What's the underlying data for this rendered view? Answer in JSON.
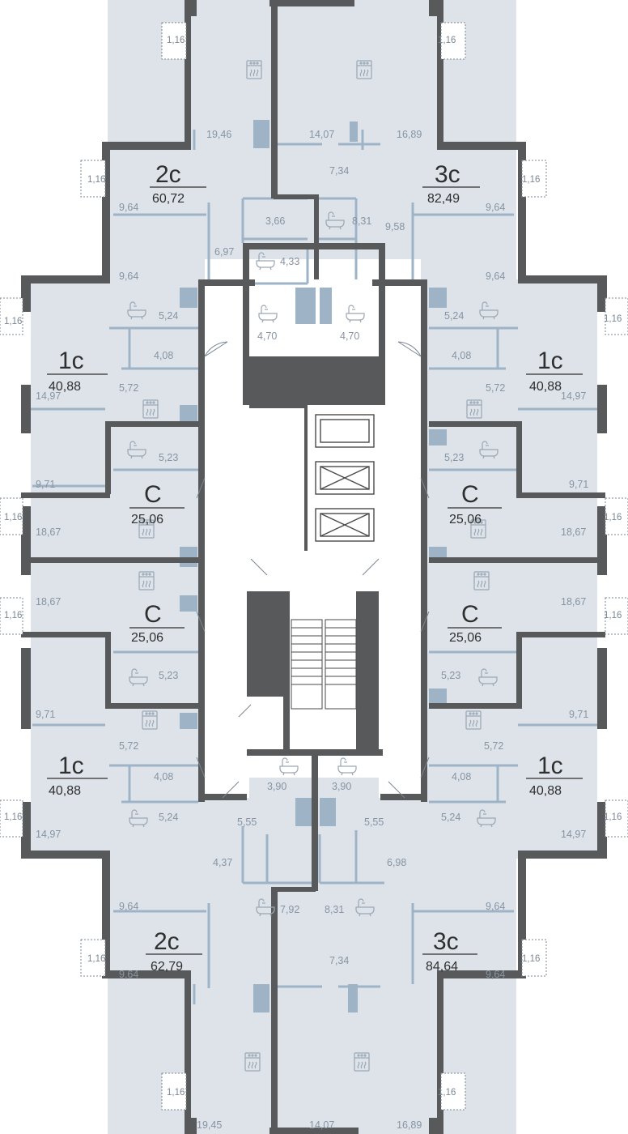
{
  "apartments": [
    {
      "id": "2c-top",
      "type": "2с",
      "total": "60,72"
    },
    {
      "id": "3c-top",
      "type": "3с",
      "total": "82,49"
    },
    {
      "id": "1c-tl",
      "type": "1с",
      "total": "40,88"
    },
    {
      "id": "1c-tr",
      "type": "1с",
      "total": "40,88"
    },
    {
      "id": "c-l1",
      "type": "С",
      "total": "25,06"
    },
    {
      "id": "c-r1",
      "type": "С",
      "total": "25,06"
    },
    {
      "id": "c-l2",
      "type": "С",
      "total": "25,06"
    },
    {
      "id": "c-r2",
      "type": "С",
      "total": "25,06"
    },
    {
      "id": "1c-bl",
      "type": "1с",
      "total": "40,88"
    },
    {
      "id": "1c-br",
      "type": "1с",
      "total": "40,88"
    },
    {
      "id": "2c-bot",
      "type": "2с",
      "total": "62,79"
    },
    {
      "id": "3c-bot",
      "type": "3с",
      "total": "84,64"
    }
  ],
  "room_areas": [
    "19,46",
    "14,07",
    "16,89",
    "7,34",
    "9,64",
    "9,64",
    "3,66",
    "8,31",
    "9,58",
    "6,97",
    "4,33",
    "9,64",
    "9,64",
    "4,70",
    "4,70",
    "5,24",
    "5,24",
    "4,08",
    "4,08",
    "5,72",
    "5,72",
    "14,97",
    "14,97",
    "5,23",
    "5,23",
    "9,71",
    "9,71",
    "18,67",
    "18,67",
    "18,67",
    "18,67",
    "5,23",
    "5,23",
    "9,71",
    "9,71",
    "5,72",
    "5,72",
    "4,08",
    "4,08",
    "5,24",
    "5,24",
    "14,97",
    "14,97",
    "3,90",
    "3,90",
    "5,55",
    "5,55",
    "4,37",
    "6,98",
    "7,92",
    "8,31",
    "9,64",
    "9,64",
    "7,34",
    "9,64",
    "9,64",
    "19,45",
    "14,07",
    "16,89"
  ],
  "balcony_area": "1,16",
  "icons": {
    "bath": "bath-icon",
    "stove": "stove-icon",
    "lift": "elevator-icon",
    "stairs": "stairs-icon",
    "door": "door-swing-icon"
  }
}
